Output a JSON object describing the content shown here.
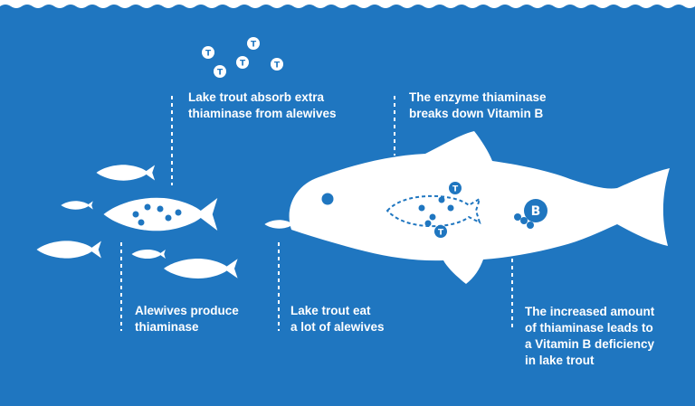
{
  "colors": {
    "background": "#1f76c0",
    "shape": "#ffffff",
    "accent": "#1f76c0"
  },
  "icons": {
    "wave": "wave-border-icon",
    "fish": "alewife-fish-icon",
    "trout": "lake-trout-icon",
    "molecule": "thiaminase-molecule-icon",
    "vitamin": "vitamin-b-icon"
  },
  "molecule_letter": "T",
  "vitamin_letter": "B",
  "labels": {
    "absorb": {
      "line1": "Lake trout absorb extra",
      "line2": "thiaminase from alewives"
    },
    "enzyme": {
      "line1": "The enzyme thiaminase",
      "line2": "breaks down Vitamin B"
    },
    "produce": {
      "line1": "Alewives produce",
      "line2": "thiaminase"
    },
    "eat": {
      "line1": "Lake trout eat",
      "line2": "a lot of alewives"
    },
    "deficiency": {
      "line1": "The increased amount",
      "line2": "of thiaminase leads to",
      "line3": "a Vitamin B deficiency",
      "line4": "in lake trout"
    }
  }
}
